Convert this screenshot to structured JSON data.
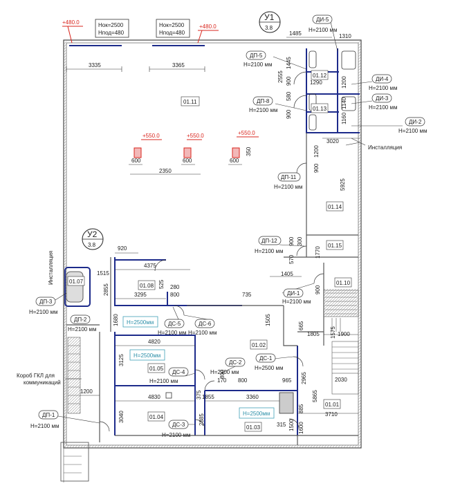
{
  "header_boxes": {
    "left": {
      "line1": "Нок=2500",
      "line2": "Нпод=480"
    },
    "right": {
      "line1": "Нок=2500",
      "line2": "Нпод=480"
    }
  },
  "marks": {
    "m480_left": "+480.0",
    "m480_right": "+480.0",
    "m550_a": "+550.0",
    "m550_b": "+550.0",
    "m550_c": "+550.0"
  },
  "sections": {
    "u1": {
      "name": "У1",
      "scale": "3.8"
    },
    "u2": {
      "name": "У2",
      "scale": "3.8"
    }
  },
  "rooms": {
    "r0111": "01.11",
    "r0112": "01.12",
    "r0113": "01.13",
    "r0114": "01.14",
    "r0115": "01.15",
    "r0110": "01.10",
    "r0107": "01.07",
    "r0108": "01.08",
    "r0102": "01.02",
    "r0105": "01.05",
    "r0104": "01.04",
    "r0103": "01.03",
    "r0101": "01.01"
  },
  "doors": {
    "dp5": {
      "name": "ДП-5",
      "h": "Н=2100 мм"
    },
    "di5": {
      "name": "ДИ-5",
      "h": "Н=2100 мм"
    },
    "di4": {
      "name": "ДИ-4",
      "h": "Н=2100 мм"
    },
    "dp8": {
      "name": "ДП-8",
      "h": "Н=2100 мм"
    },
    "di3": {
      "name": "ДИ-3",
      "h": "Н=2100 мм"
    },
    "di2": {
      "name": "ДИ-2",
      "h": "Н=2100 мм"
    },
    "dp11": {
      "name": "ДП-11",
      "h": "Н=2100 мм"
    },
    "dp12": {
      "name": "ДП-12",
      "h": "Н=2100 мм"
    },
    "di1": {
      "name": "ДИ-1",
      "h": "Н=2100 мм"
    },
    "dp3": {
      "name": "ДП-3",
      "h": "Н=2100 мм"
    },
    "dp2": {
      "name": "ДП-2",
      "h": "Н=2100 мм"
    },
    "ds5": {
      "name": "ДС-5",
      "h": "Н=2100 мм"
    },
    "ds6": {
      "name": "ДС-6",
      "h": "Н=2100 мм"
    },
    "ds4": {
      "name": "ДС-4",
      "h": "Н=2100 мм"
    },
    "ds2": {
      "name": "ДС-2",
      "h": "Н=2100 мм"
    },
    "ds1": {
      "name": "ДС-1",
      "h": "Н=2500 мм"
    },
    "ds3": {
      "name": "ДС-3",
      "h": "Н=2100 мм"
    },
    "dp1": {
      "name": "ДП-1",
      "h": "Н=2100 мм"
    }
  },
  "ceiling_tags": {
    "h1": "Н=2500мм",
    "h2": "Н=2500мм",
    "h3": "Н=2500мм"
  },
  "notes": {
    "install1": "Инсталляция",
    "install2": "Инсталляция",
    "gkl_line1": "Короб ГКЛ для",
    "gkl_line2": "коммуникаций"
  },
  "dims": {
    "d3335": "3335",
    "d3365": "3365",
    "d1485": "1485",
    "d1310": "1310",
    "d2555": "2555",
    "d1445": "1445",
    "d900a": "900",
    "d580": "580",
    "d1290": "1290",
    "d1200": "1200",
    "d1140": "1140",
    "d900b": "900",
    "d1160": "1160",
    "d3020": "3020",
    "d600a": "600",
    "d600b": "600",
    "d600c": "600",
    "d2350": "2350",
    "d350": "350",
    "d1200b": "1200",
    "d900c": "900",
    "d5925": "5925",
    "d920": "920",
    "d4375": "4375",
    "d1515": "1515",
    "d2855": "2855",
    "d525": "525",
    "d3295": "3295",
    "d280": "280",
    "d800a": "800",
    "d735": "735",
    "d900d": "900",
    "d300": "300",
    "d570": "570",
    "d1770": "1770",
    "d1405": "1405",
    "d900e": "900",
    "d1680": "1680",
    "d1505": "1505",
    "d665": "665",
    "d1805": "1805",
    "d1575": "1575",
    "d1900": "1900",
    "d4820": "4820",
    "d3125": "3125",
    "d2965": "2965",
    "d5865": "5865",
    "d2030": "2030",
    "d800b": "800",
    "d170": "170",
    "d800c": "800",
    "d965": "965",
    "d1200c": "1200",
    "d4830": "4830",
    "d375": "375",
    "d1855": "1855",
    "d3360": "3360",
    "d885": "885",
    "d3710": "3710",
    "d3040": "3040",
    "d2885": "2885",
    "d1500": "1500",
    "d315": "315",
    "d1600": "1600"
  },
  "colors": {
    "wall": "#444444",
    "partition": "#1c2a8a",
    "marker": "#d9251d",
    "tag_border": "#3fa0b8",
    "hatch_fill": "#e6e6e6"
  }
}
